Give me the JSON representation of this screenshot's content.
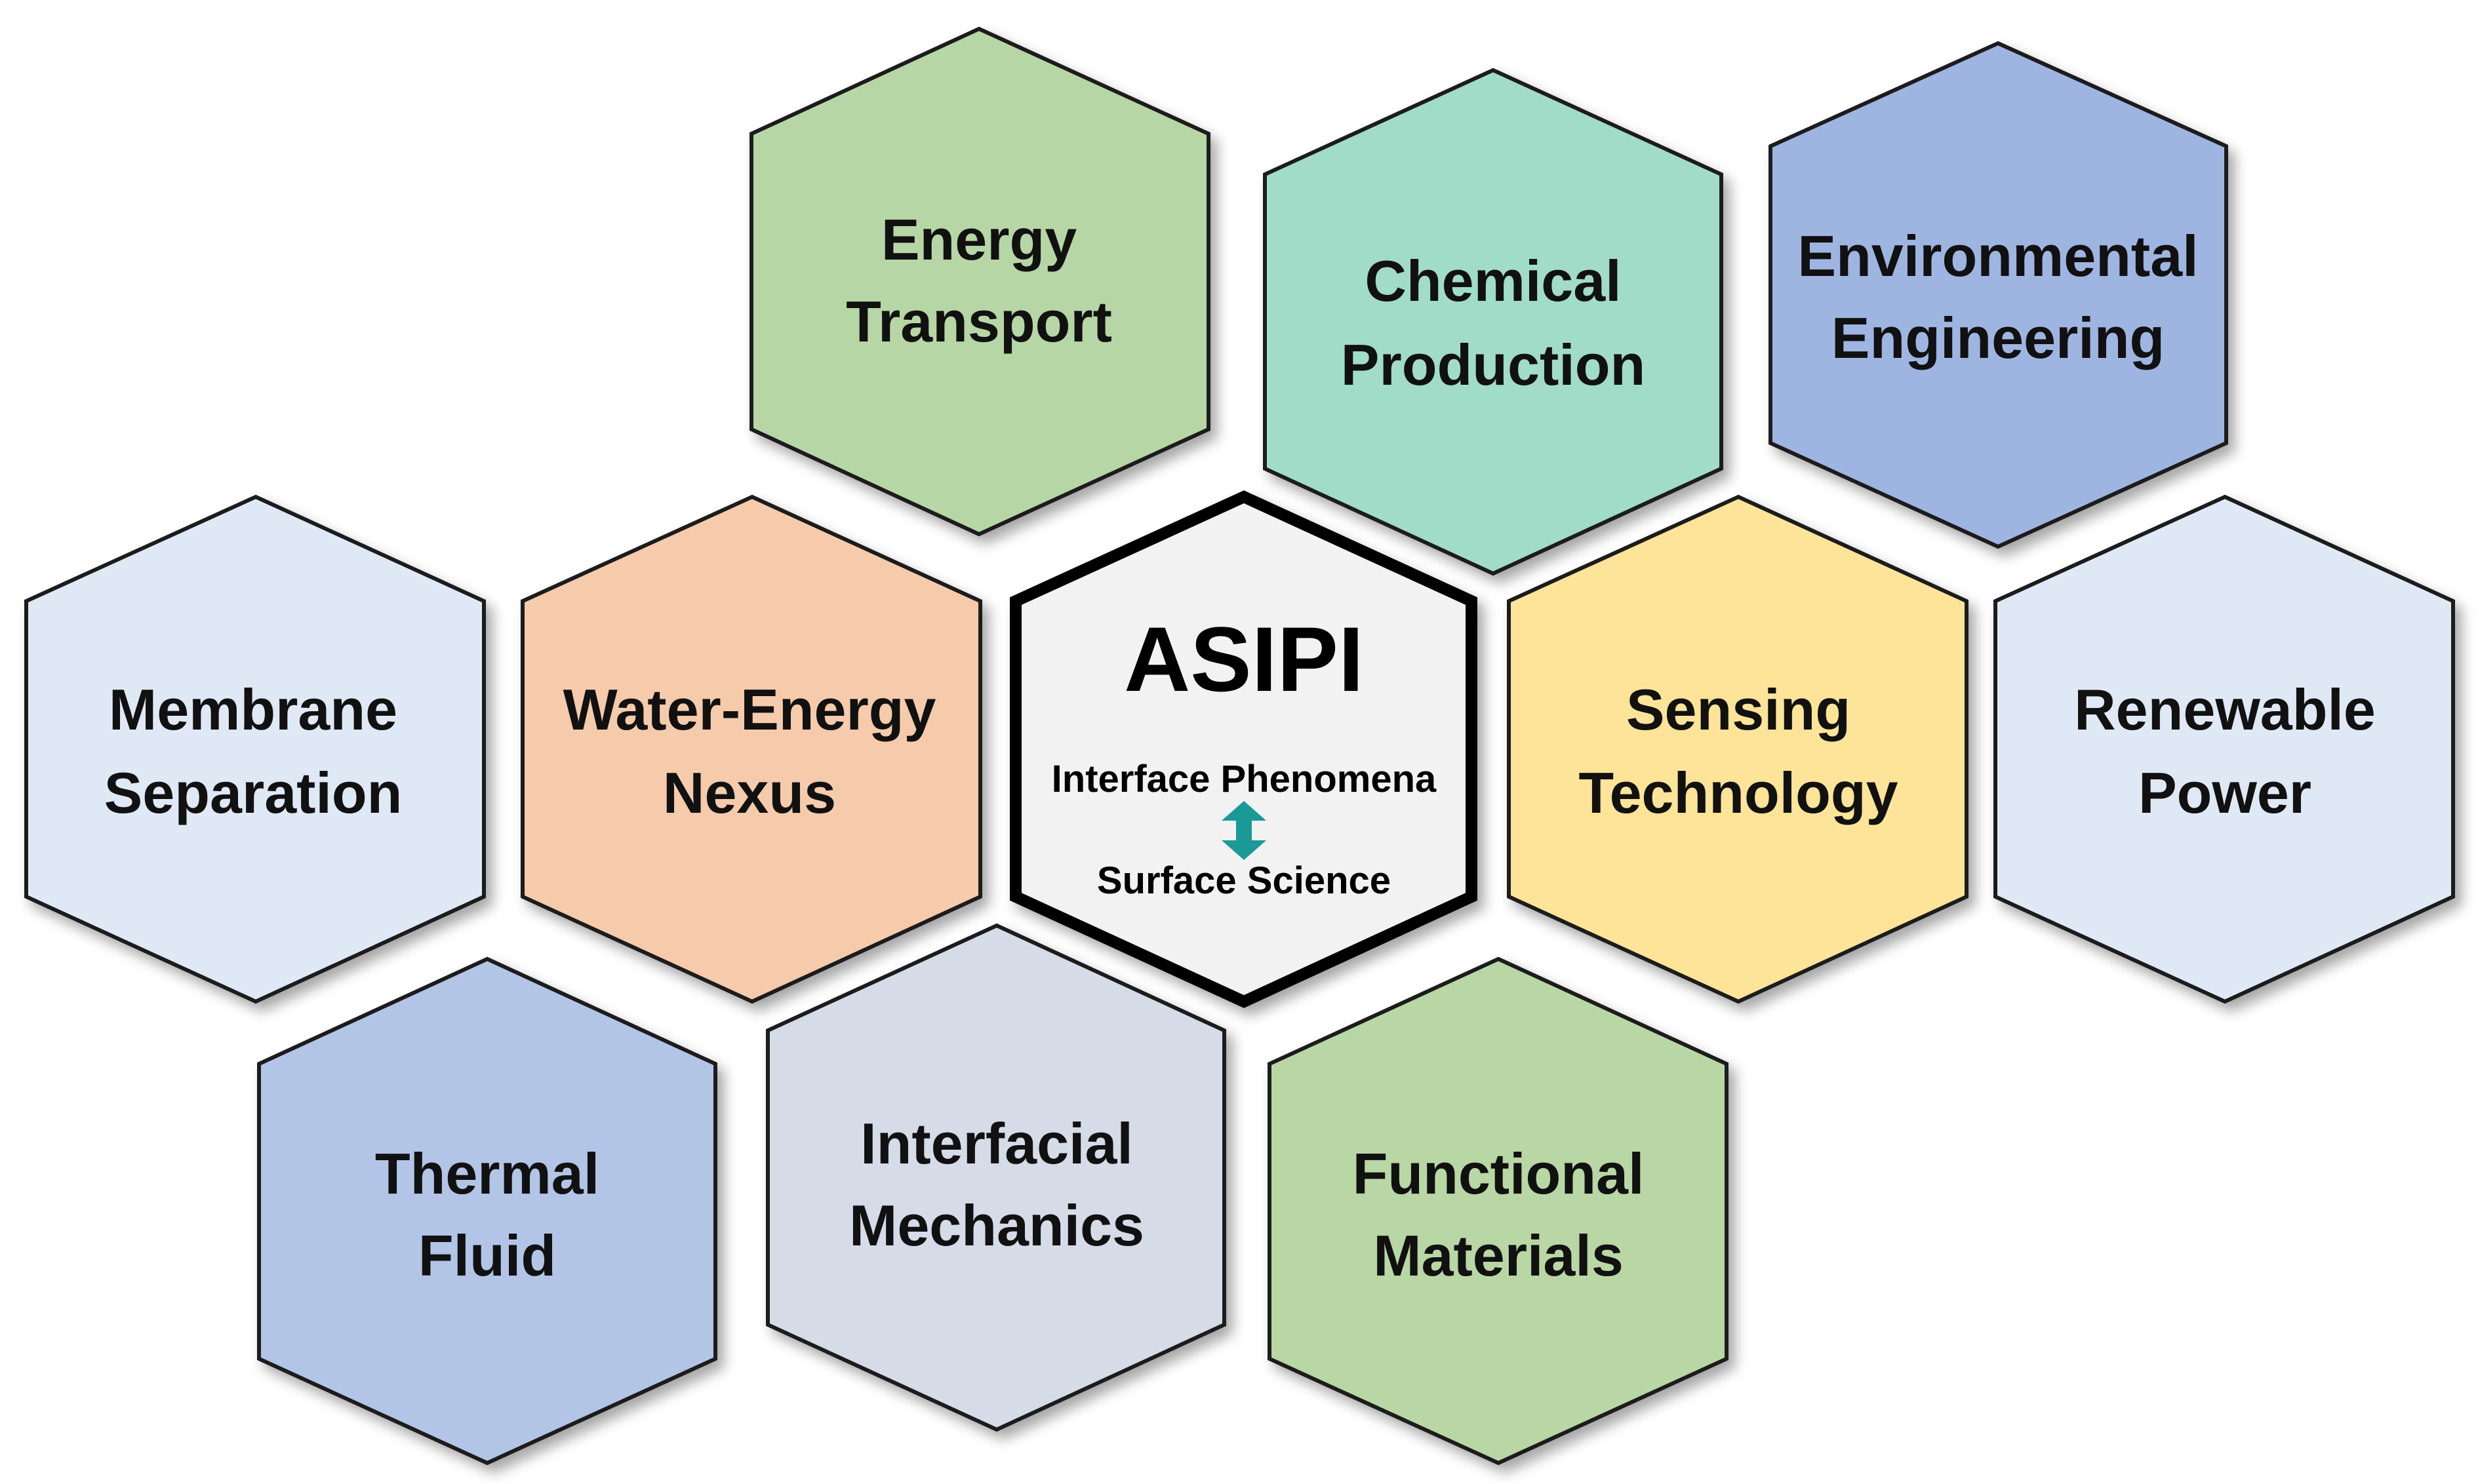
{
  "center": {
    "title": "ASIPI",
    "line1": "Interface Phenomena",
    "line2": "Surface Science",
    "fill": "#f2f2f2",
    "arrow_color": "#1a9a96"
  },
  "hexagons": [
    {
      "id": "energy-transport",
      "line1": "Energy",
      "line2": "Transport",
      "fill": "#b7d6a6"
    },
    {
      "id": "chemical-production",
      "line1": "Chemical",
      "line2": "Production",
      "fill": "#a1dcc8"
    },
    {
      "id": "environmental-engineering",
      "line1": "Environmental",
      "line2": "Engineering",
      "fill": "#9fb5e1"
    },
    {
      "id": "membrane-separation",
      "line1": "Membrane",
      "line2": "Separation",
      "fill": "#dfe9f6"
    },
    {
      "id": "water-energy-nexus",
      "line1": "Water-Energy",
      "line2": "Nexus",
      "fill": "#f5cbab"
    },
    {
      "id": "sensing-technology",
      "line1": "Sensing",
      "line2": "Technology",
      "fill": "#fde498"
    },
    {
      "id": "renewable-power",
      "line1": "Renewable",
      "line2": "Power",
      "fill": "#dfe9f6"
    },
    {
      "id": "thermal-fluid",
      "line1": "Thermal",
      "line2": "Fluid",
      "fill": "#b3c5e6"
    },
    {
      "id": "interfacial-mechanics",
      "line1": "Interfacial",
      "line2": "Mechanics",
      "fill": "#d5dce8"
    },
    {
      "id": "functional-materials",
      "line1": "Functional",
      "line2": "Materials",
      "fill": "#b8d7a4"
    }
  ]
}
